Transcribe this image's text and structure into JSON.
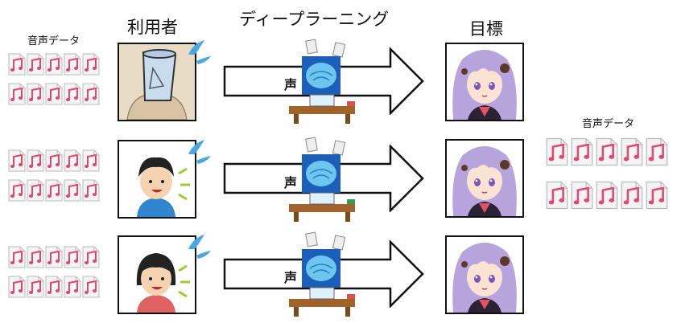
{
  "header": {
    "users_title": "利用者",
    "process_title": "ディープラーニング",
    "target_title": "目標"
  },
  "left_label": "音声データ",
  "right_label": "音声データ",
  "ai_badge": "声",
  "colors": {
    "file_note": "#e2486d",
    "file_paper": "#f4f4f4",
    "arrow_stroke": "#111111",
    "ai_blue": "#1c5fb8",
    "brain": "#6ec5f0",
    "desk": "#a0632b",
    "target_hair": "#b8a4dc",
    "shirt_blue": "#2f86cf",
    "shirt_red": "#e06262",
    "splash": "#4aa8e0"
  },
  "rows": [
    {
      "user": "bucket-head-man",
      "arrow": "right-arrow",
      "target": "purple-hair-girl"
    },
    {
      "user": "man-blue-shirt",
      "arrow": "right-arrow",
      "target": "purple-hair-girl"
    },
    {
      "user": "woman-red-shirt",
      "arrow": "right-arrow",
      "target": "purple-hair-girl"
    }
  ]
}
